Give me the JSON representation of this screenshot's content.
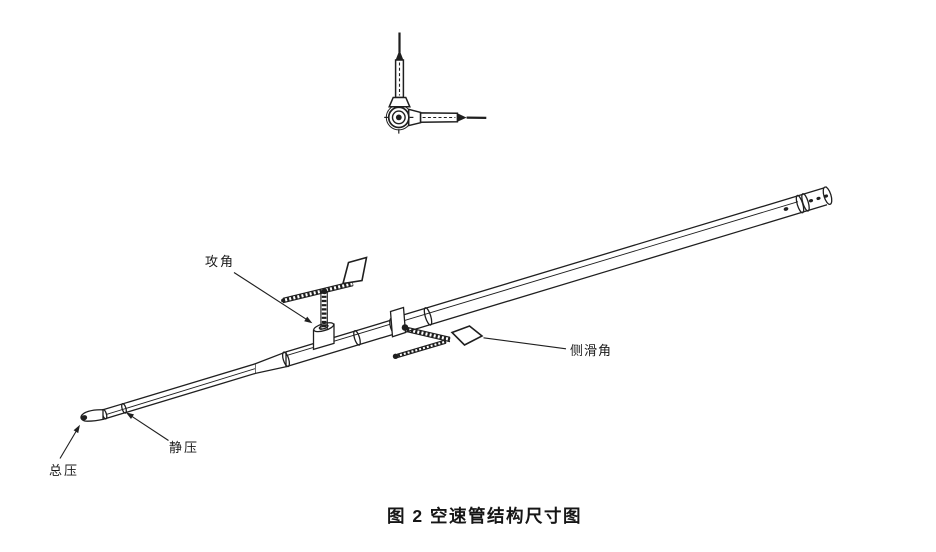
{
  "figure": {
    "caption": "图 2 空速管结构尺寸图",
    "labels": {
      "angle_of_attack": "攻角",
      "sideslip_angle": "侧滑角",
      "static_pressure": "静压",
      "total_pressure": "总压"
    },
    "colors": {
      "line": "#1f1f1f",
      "background": "#ffffff"
    }
  }
}
